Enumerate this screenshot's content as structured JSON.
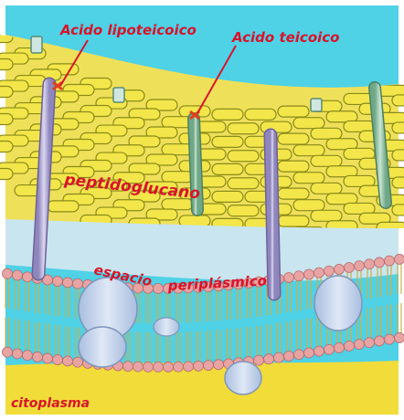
{
  "labels": {
    "lipoteichoic": "Acido lipoteicoico",
    "teichoic": "Acido teicoico",
    "peptidoglycan": "peptidoglucano",
    "space_word1": "espacio",
    "space_word2": "periplásmico",
    "cytoplasm": "citoplasma"
  },
  "colors": {
    "background_top": "#4fd1e6",
    "peptidoglycan_fill": "#f3e64a",
    "peptidoglycan_stroke": "#8a8a18",
    "periplasm": "#c9e5ef",
    "lipid_head": "#e8a3a3",
    "lipid_tail": "#f1e38a",
    "protein": "#c6d6ee",
    "cytoplasm": "#f2dc3a",
    "teichoic_lipo": "#b9b1d9",
    "teichoic_wall": "#98c7a8",
    "label": "#d8142a"
  }
}
